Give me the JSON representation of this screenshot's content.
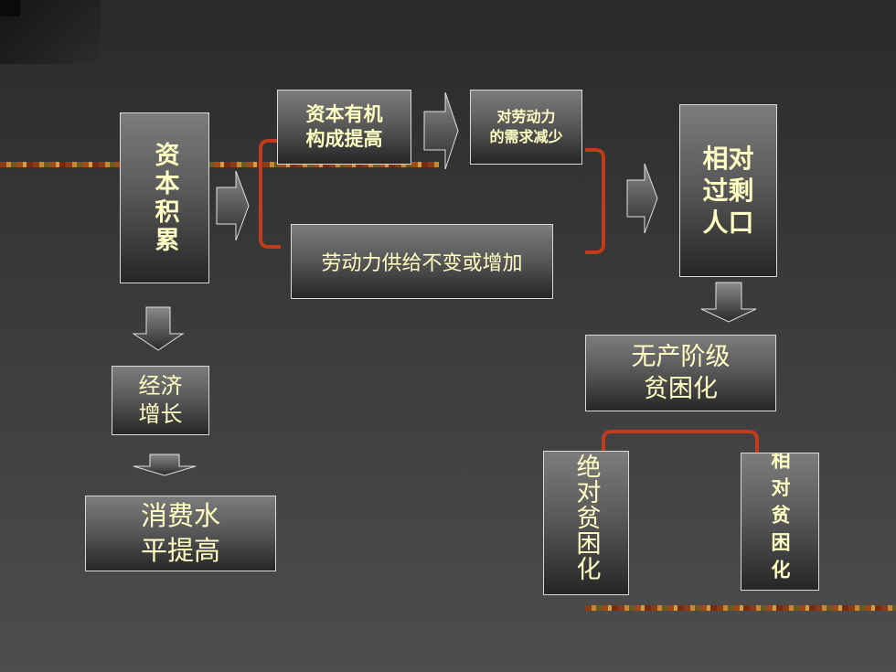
{
  "nodes": {
    "capital_accumulation": "资本积累",
    "organic_composition": "资本有机\n构成提高",
    "labor_demand_decrease": "对劳动力\n的需求减少",
    "labor_supply": "劳动力供给不变或增加",
    "relative_surplus_population": "相对\n过剩\n人口",
    "economic_growth": "经济\n增长",
    "consumption_level": "消费水\n平提高",
    "proletariat_poverty": "无产阶级\n贫困化",
    "absolute_poverty": "绝对贫困化",
    "relative_poverty": "相对贫困化"
  },
  "colors": {
    "text": "#ffffc4",
    "bracket": "#c23b1a",
    "border": "#d8d8d8"
  }
}
